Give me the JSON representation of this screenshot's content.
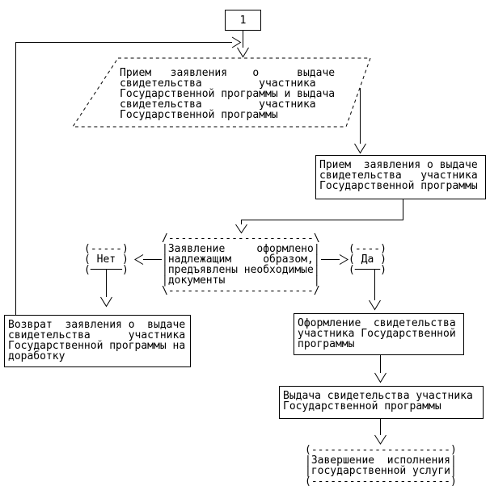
{
  "diagram": {
    "colors": {
      "line": "#000000",
      "background": "#ffffff"
    },
    "ref_connector": {
      "label": "1"
    },
    "parallelogram": {
      "lines": [
        "Прием   заявления    о      выдаче",
        "свидетельства         участника",
        "Государственной программы и выдача",
        "свидетельства         участника",
        "Государственной программы"
      ]
    },
    "box_priem": {
      "lines": [
        "Прием  заявления о выдаче",
        "свидетельства   участника",
        "Государственной программы"
      ]
    },
    "decision": {
      "lines": [
        "/-----------------------\\",
        "|Заявление     оформлено|",
        "|надлежащим     образом,|",
        "|предъявлены необходимые|",
        "|документы              |",
        "\\-----------------------/"
      ]
    },
    "label_no": {
      "lines": [
        "(-----)",
        "( Нет )",
        "(─────)"
      ]
    },
    "label_yes": {
      "lines": [
        "(----)",
        "( Да )",
        "(────)"
      ]
    },
    "box_vozvrat": {
      "lines": [
        "Возврат  заявления о  выдаче",
        "свидетельства      участника",
        "Государственной программы на",
        "доработку"
      ]
    },
    "box_oformlenie": {
      "lines": [
        "Оформление  свидетельства",
        "участника Государственной",
        "программы"
      ]
    },
    "box_vydacha": {
      "lines": [
        "Выдача свидетельства участника",
        "Государственной программы"
      ]
    },
    "terminal": {
      "lines": [
        "(----------------------)",
        "|Завершение  исполнения|",
        "|государственной услуги|",
        "(----------------------)"
      ]
    }
  }
}
